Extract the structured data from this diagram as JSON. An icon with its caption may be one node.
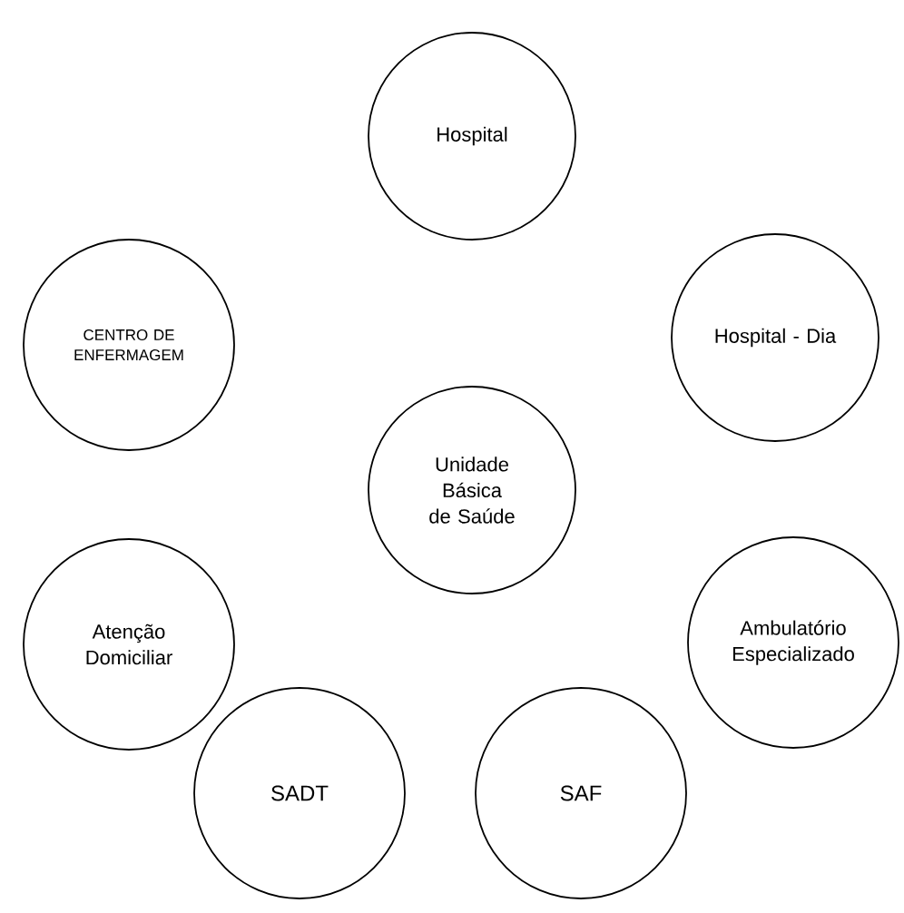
{
  "diagram": {
    "nodes": [
      {
        "text": [
          "Hospital"
        ]
      },
      {
        "text": [
          "CENTRO DE ENFERMAGEM"
        ]
      },
      {
        "text": [
          "Hospital - Dia"
        ]
      },
      {
        "text": [
          "Unidade Básica de Saúde"
        ]
      },
      {
        "text": [
          "Atenção Domiciliar"
        ]
      },
      {
        "text": [
          "Ambulatório Especializado"
        ]
      },
      {
        "text": [
          "SADT"
        ]
      },
      {
        "text": [
          "SAF"
        ]
      }
    ]
  }
}
